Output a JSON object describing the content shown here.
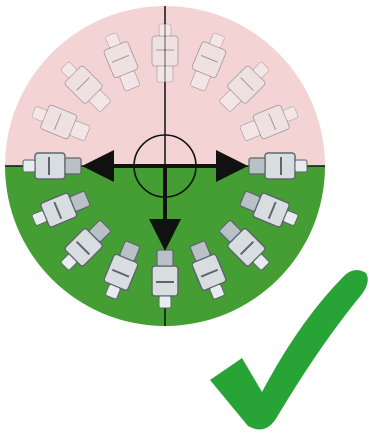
{
  "colors": {
    "upper_zone": "#f3d3d3",
    "lower_zone": "#449e33",
    "crosshair": "#111111",
    "module_body": "#d8dde0",
    "module_shadow": "#5d666c",
    "module_faded": "#eeeeee",
    "checkmark": "#28a336"
  },
  "icons": {
    "positions": "rotating-module-icon",
    "target": "crosshair-icon",
    "arrows": [
      "arrow-left-icon",
      "arrow-right-icon",
      "arrow-down-icon"
    ],
    "approval": "checkmark-icon"
  },
  "diagram": {
    "orientation_angles_deg": [
      0,
      22.5,
      45,
      67.5,
      90,
      112.5,
      135,
      157.5,
      180,
      202.5,
      225,
      247.5,
      270,
      292.5,
      315,
      337.5
    ],
    "acceptable_range_deg": [
      90,
      270
    ],
    "status": "acceptable"
  }
}
